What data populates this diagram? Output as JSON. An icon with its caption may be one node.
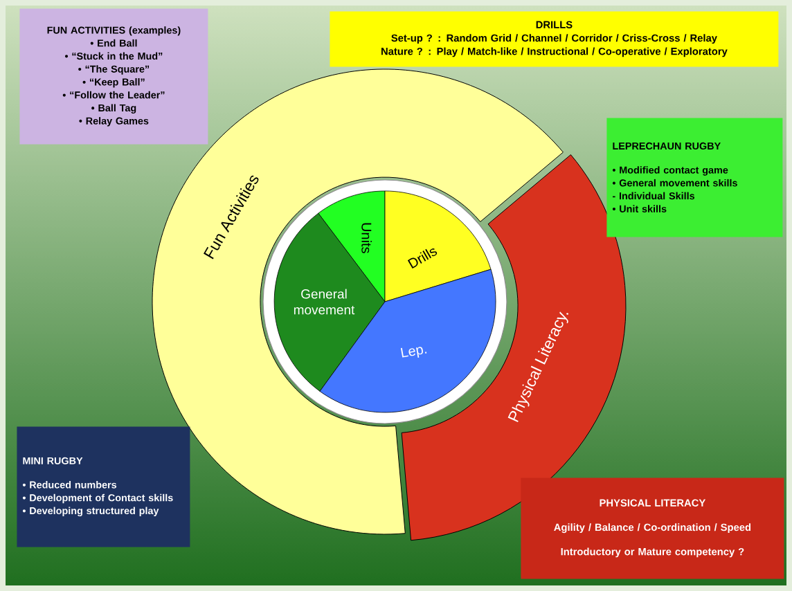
{
  "diagram": {
    "nodes": [
      {
        "text": [
          "FUN ACTIVITIES (examples)",
          "• End Ball",
          "• “Stuck in the Mud”",
          "• “The Square”",
          "• “Keep Ball”",
          "• “Follow the Leader”",
          "• Ball Tag",
          "• Relay Games"
        ]
      },
      {
        "text": [
          "DRILLS",
          "Set-up ? : Random Grid / Channel / Corridor / Criss-Cross / Relay",
          "Nature ? : Play / Match-like / Instructional / Co-operative / Exploratory"
        ]
      },
      {
        "text": [
          "LEPRECHAUN RUGBY",
          "• Modified contact game",
          "• General movement skills",
          "- Individual Skills",
          "• Unit skills"
        ]
      },
      {
        "text": [
          "Fun Activities"
        ]
      },
      {
        "text": [
          "Physical Literacy."
        ]
      },
      {
        "text": [
          "Units"
        ]
      },
      {
        "text": [
          "Drills"
        ]
      },
      {
        "text": [
          "General movement"
        ]
      },
      {
        "text": [
          "Lep."
        ]
      },
      {
        "text": [
          "MINI RUGBY",
          "• Reduced numbers",
          "• Development of Contact skills",
          "• Developing structured play"
        ]
      },
      {
        "text": [
          "PHYSICAL LITERACY",
          "Agility / Balance / Co-ordination / Speed",
          "Introductory or Mature competency ?"
        ]
      }
    ]
  }
}
